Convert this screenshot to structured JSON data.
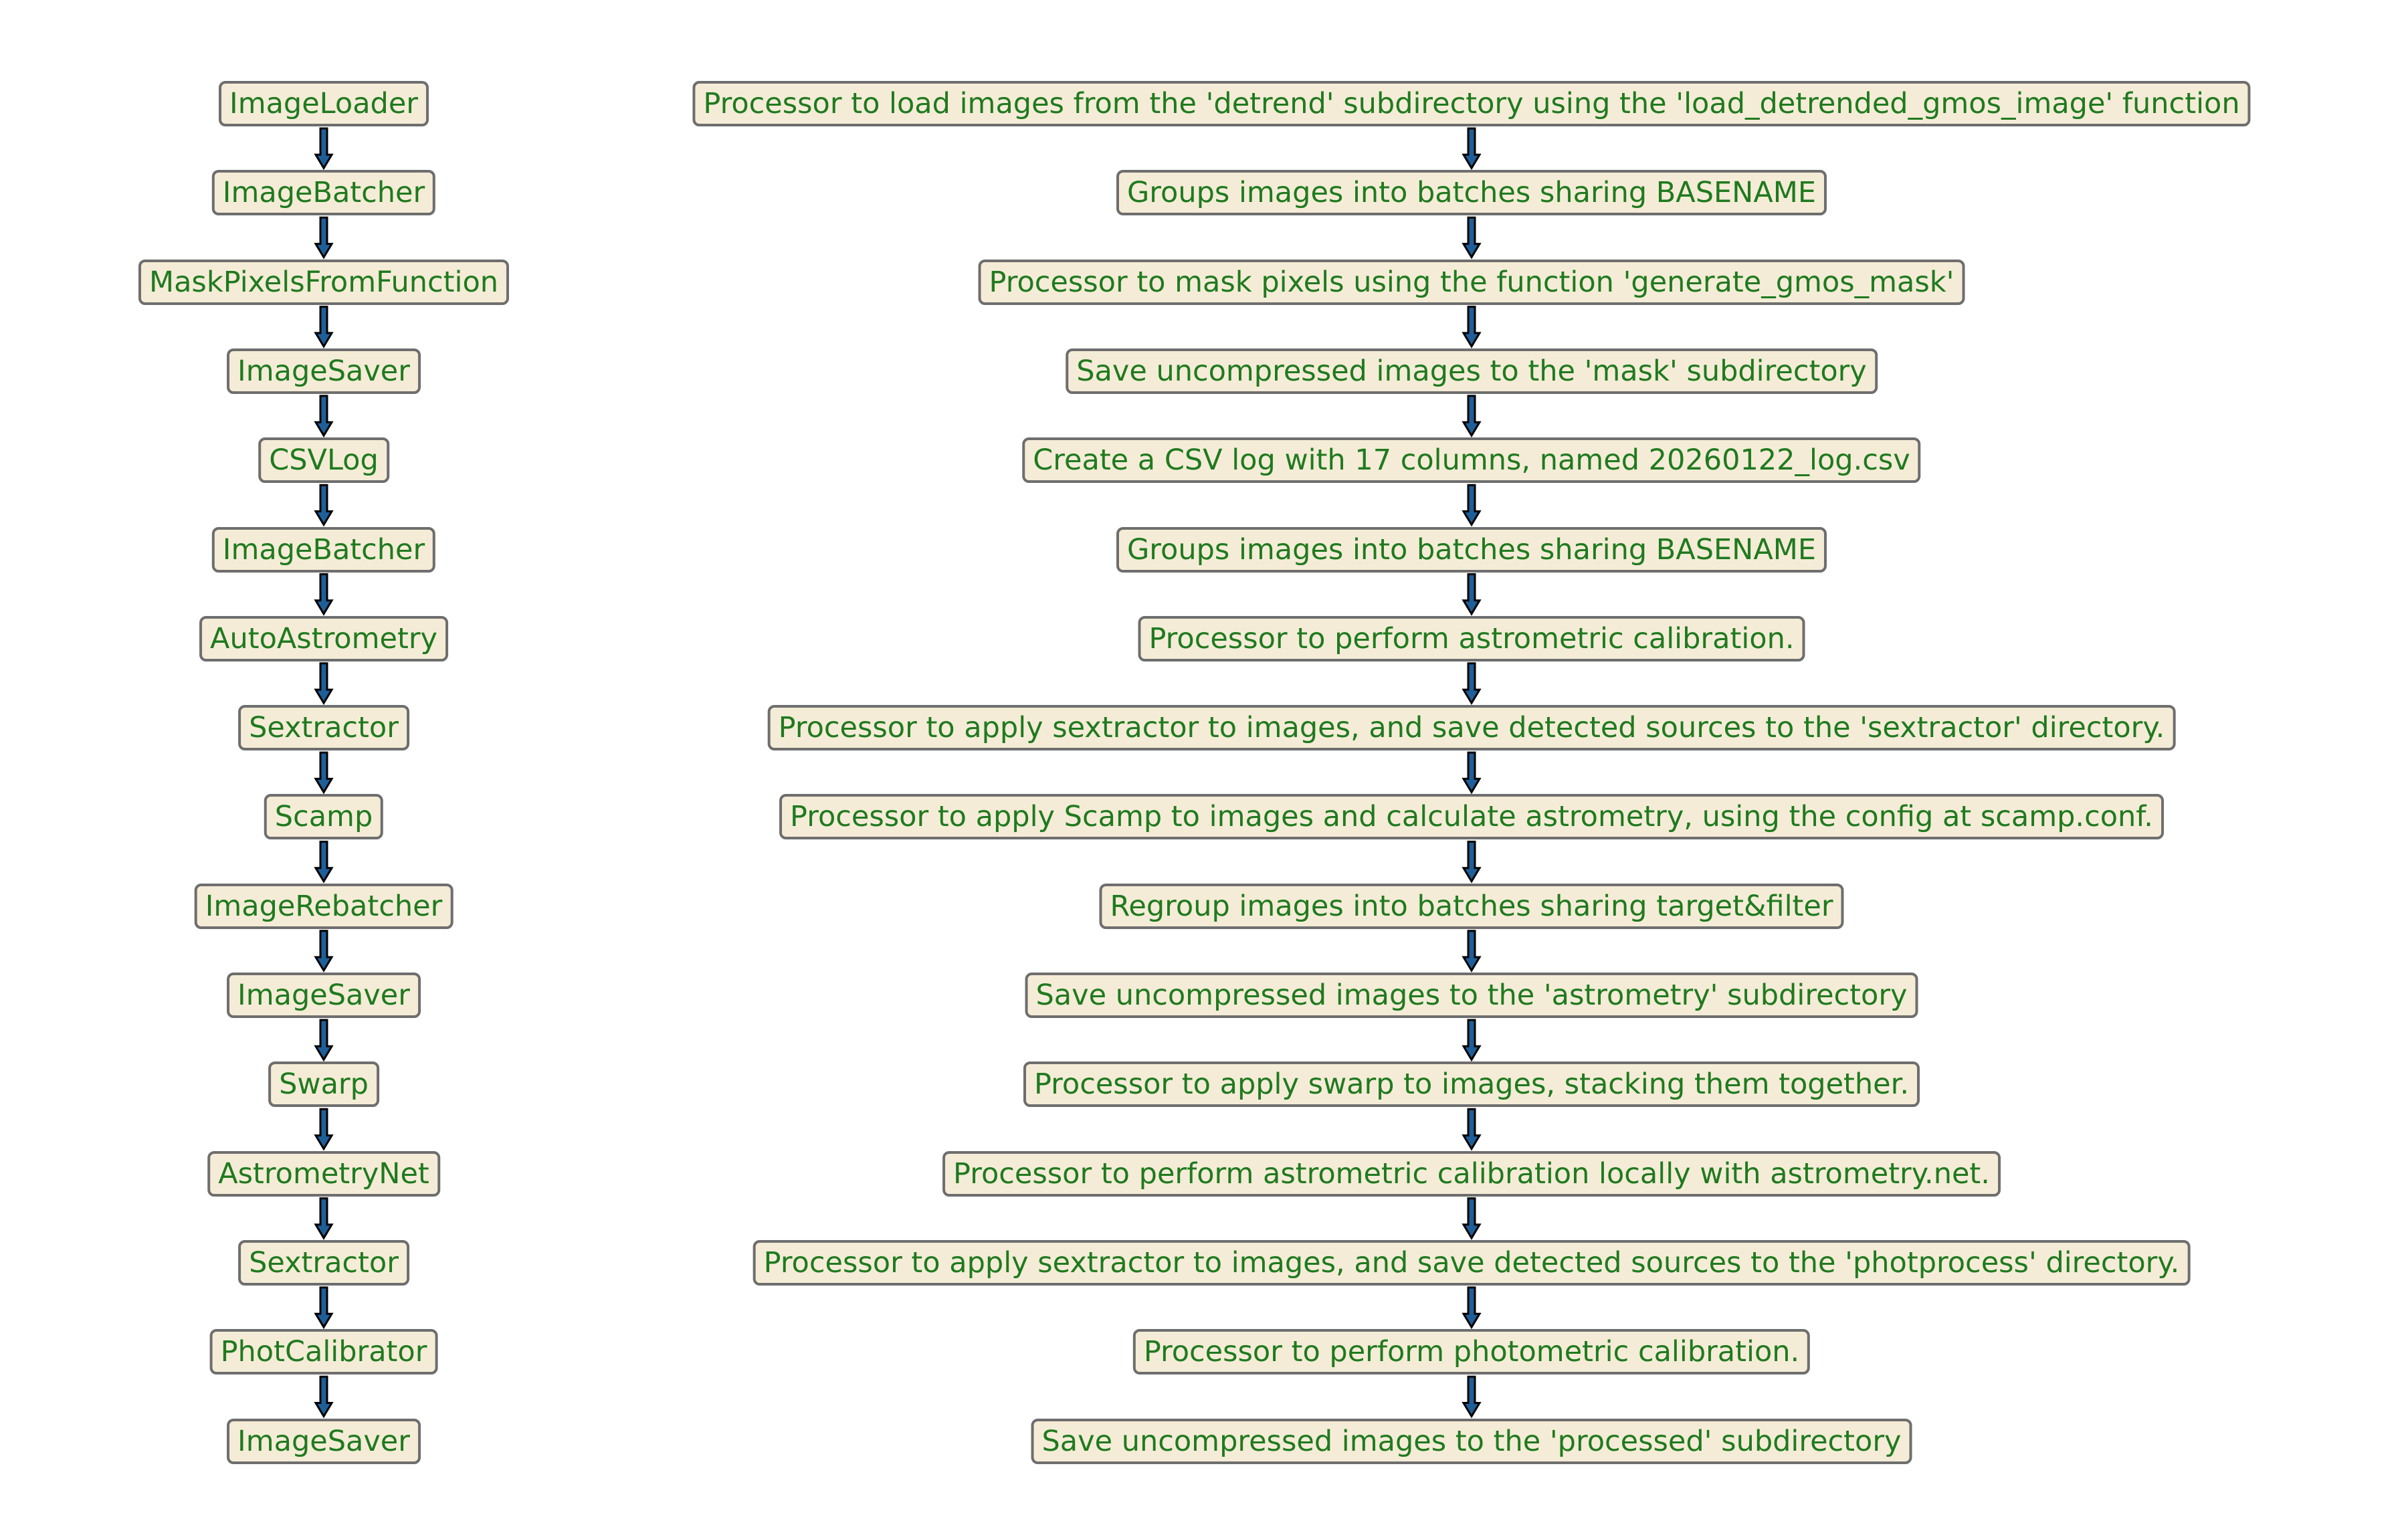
{
  "colors": {
    "node_fill": "#f5ecd7",
    "node_border": "#6e6e6e",
    "node_text": "#1f7a1f",
    "arrow_fill": "#1f5f99",
    "arrow_edge": "#000000"
  },
  "steps": [
    {
      "name": "ImageLoader",
      "description": "Processor to load images from the 'detrend' subdirectory using the 'load_detrended_gmos_image' function"
    },
    {
      "name": "ImageBatcher",
      "description": "Groups images into batches sharing BASENAME"
    },
    {
      "name": "MaskPixelsFromFunction",
      "description": "Processor to mask pixels using the function 'generate_gmos_mask'"
    },
    {
      "name": "ImageSaver",
      "description": "Save uncompressed images to the 'mask' subdirectory"
    },
    {
      "name": "CSVLog",
      "description": "Create a CSV log with 17 columns, named 20260122_log.csv"
    },
    {
      "name": "ImageBatcher",
      "description": "Groups images into batches sharing BASENAME"
    },
    {
      "name": "AutoAstrometry",
      "description": "Processor to perform astrometric calibration."
    },
    {
      "name": "Sextractor",
      "description": "Processor to apply sextractor to images, and save detected sources to the 'sextractor' directory."
    },
    {
      "name": "Scamp",
      "description": "Processor to apply Scamp to images and calculate astrometry, using the config at scamp.conf."
    },
    {
      "name": "ImageRebatcher",
      "description": "Regroup images into batches sharing target&filter"
    },
    {
      "name": "ImageSaver",
      "description": "Save uncompressed images to the 'astrometry' subdirectory"
    },
    {
      "name": "Swarp",
      "description": "Processor to apply swarp to images, stacking them together."
    },
    {
      "name": "AstrometryNet",
      "description": "Processor to perform astrometric calibration locally with astrometry.net."
    },
    {
      "name": "Sextractor",
      "description": "Processor to apply sextractor to images, and save detected sources to the 'photprocess' directory."
    },
    {
      "name": "PhotCalibrator",
      "description": "Processor to perform photometric calibration."
    },
    {
      "name": "ImageSaver",
      "description": "Save uncompressed images to the 'processed' subdirectory"
    }
  ]
}
